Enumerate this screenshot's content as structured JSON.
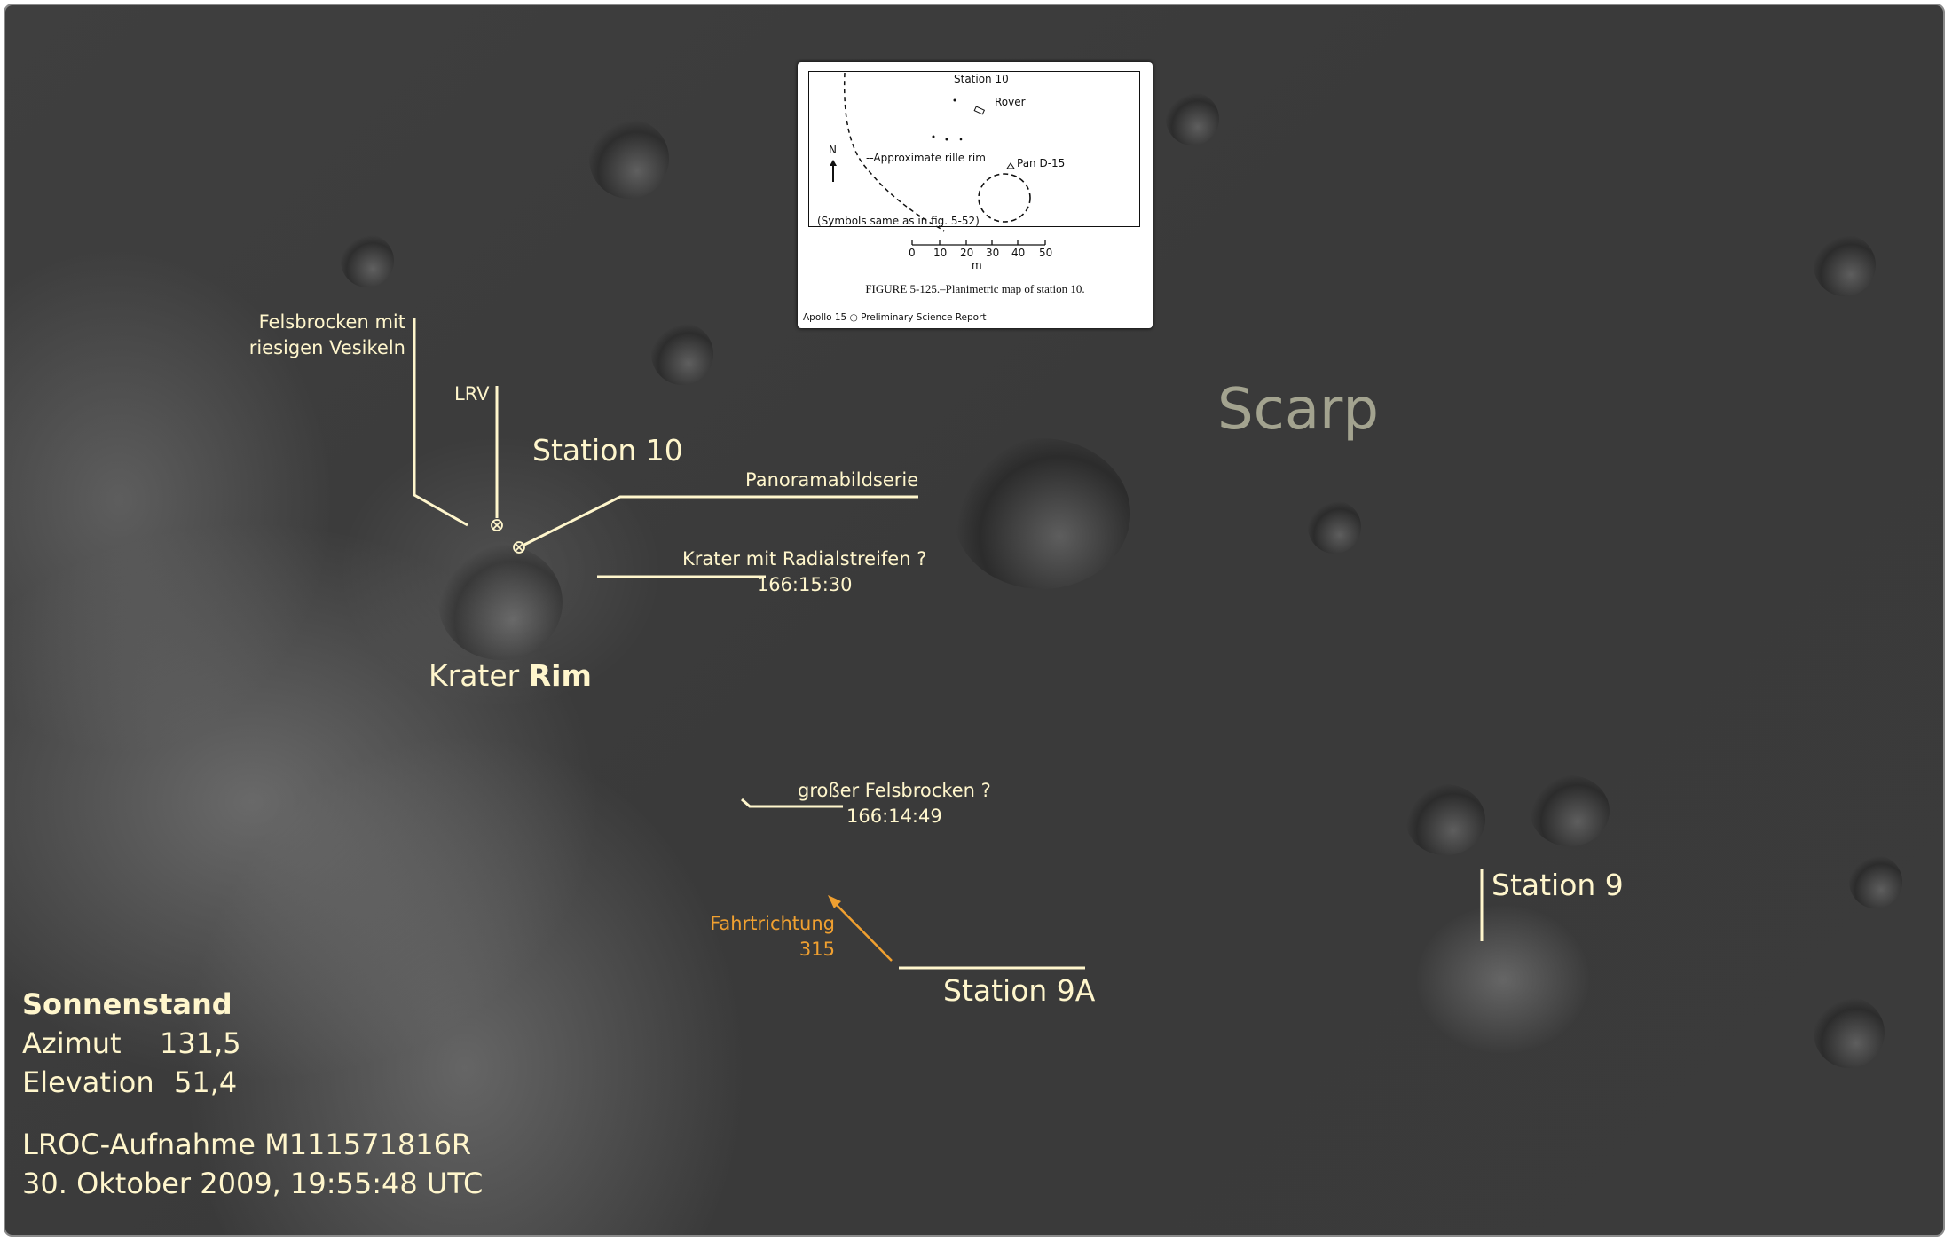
{
  "inset": {
    "station": "Station 10",
    "rover": "Rover",
    "rille": "--Approximate rille rim",
    "north": "N",
    "pan": "Pan D-15",
    "symbols": "(Symbols same as in fig. 5-52)",
    "scale_ticks": [
      "0",
      "10",
      "20",
      "30",
      "40",
      "50"
    ],
    "scale_unit": "m",
    "caption": "FIGURE 5-125.–Planimetric map of station 10.",
    "source": "Apollo 15 ○ Preliminary Science Report"
  },
  "labels": {
    "felsbrocken_line1": "Felsbrocken mit",
    "felsbrocken_line2": "riesigen Vesikeln",
    "lrv": "LRV",
    "station10": "Station 10",
    "panorama": "Panoramabildserie",
    "krater_radial": "Krater mit Radialstreifen ?",
    "krater_radial_time": "166:15:30",
    "krater_rim_prefix": "Krater",
    "krater_rim_name": "Rim",
    "scarp": "Scarp",
    "felsbrocken_gross": "großer Felsbrocken ?",
    "felsbrocken_gross_time": "166:14:49",
    "fahrtrichtung": "Fahrtrichtung",
    "fahrtrichtung_value": "315",
    "station9a": "Station 9A",
    "station9": "Station 9"
  },
  "info": {
    "heading": "Sonnenstand",
    "azimut_label": "Azimut",
    "azimut_value": "131,5",
    "elevation_label": "Elevation",
    "elevation_value": "51,4",
    "image": "LROC-Aufnahme M111571816R",
    "date": "30. Oktober 2009, 19:55:48 UTC"
  },
  "colors": {
    "label": "#fff6cc",
    "direction": "#f0a030",
    "scarp": "#a3a38f"
  }
}
